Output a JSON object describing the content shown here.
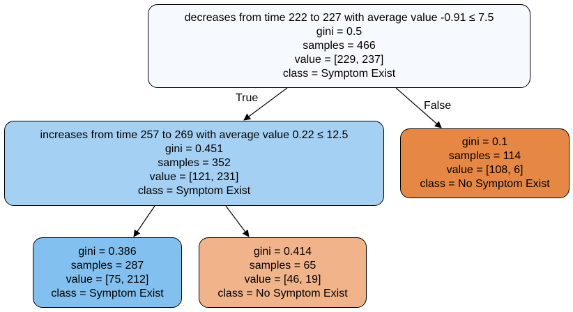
{
  "colors": {
    "symptom_exist_light": "#f6fafe",
    "symptom_exist_mid": "#a3d0f3",
    "symptom_exist_strong": "#82c0ef",
    "no_symptom_strong": "#e68844",
    "no_symptom_light": "#f1b48a",
    "border": "#000000",
    "edge": "#000000"
  },
  "edges": {
    "true_label": "True",
    "false_label": "False"
  },
  "nodes": {
    "root": {
      "condition": "decreases from time 222 to 227 with average value -0.91 ≤ 7.5",
      "gini": "gini = 0.5",
      "samples": "samples = 466",
      "value": "value = [229, 237]",
      "class": "class = Symptom Exist",
      "fill": "#f6fafe"
    },
    "left": {
      "condition": "increases from time 257 to 269 with average value 0.22 ≤ 12.5",
      "gini": "gini = 0.451",
      "samples": "samples = 352",
      "value": "value = [121, 231]",
      "class": "class = Symptom Exist",
      "fill": "#a3d0f3"
    },
    "right": {
      "gini": "gini = 0.1",
      "samples": "samples = 114",
      "value": "value = [108, 6]",
      "class": "class = No Symptom Exist",
      "fill": "#e68844"
    },
    "left_left": {
      "gini": "gini = 0.386",
      "samples": "samples = 287",
      "value": "value = [75, 212]",
      "class": "class = Symptom Exist",
      "fill": "#82c0ef"
    },
    "left_right": {
      "gini": "gini = 0.414",
      "samples": "samples = 65",
      "value": "value = [46, 19]",
      "class": "class = No Symptom Exist",
      "fill": "#f1b48a"
    }
  }
}
